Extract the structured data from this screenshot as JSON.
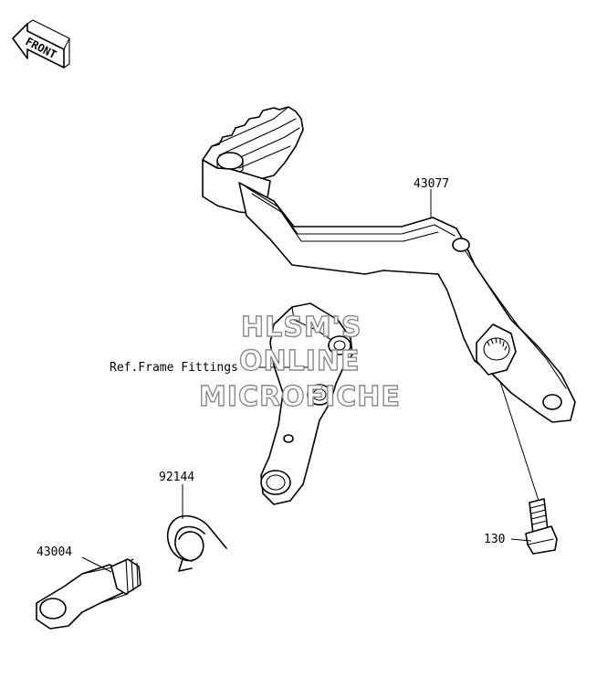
{
  "front_badge": {
    "label": "FRONT"
  },
  "watermark": {
    "line1": "HLSM'S",
    "line2": "ONLINE",
    "line3": "MICROFICHE"
  },
  "callouts": [
    {
      "id": "brake-pedal",
      "text": "43077"
    },
    {
      "id": "ref-frame",
      "text": "Ref.Frame Fittings"
    },
    {
      "id": "spring",
      "text": "92144"
    },
    {
      "id": "shaft",
      "text": "43004"
    },
    {
      "id": "bolt",
      "text": "130"
    }
  ]
}
